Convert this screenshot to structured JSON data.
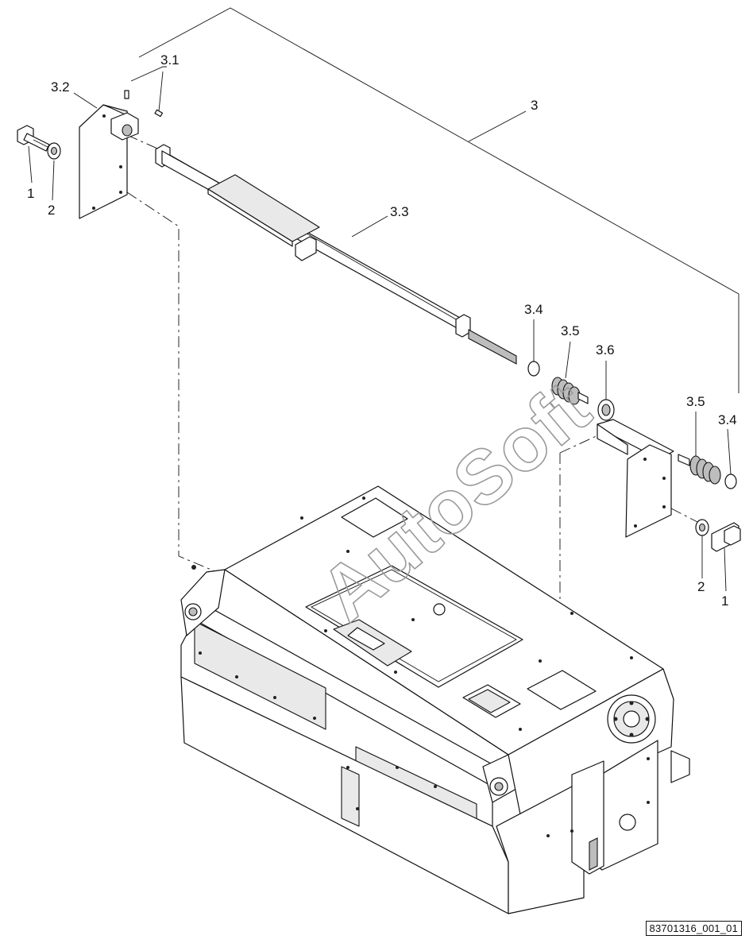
{
  "callouts": {
    "c1_left": "1",
    "c2_left": "2",
    "c3_2": "3.2",
    "c3_1": "3.1",
    "c3": "3",
    "c3_3": "3.3",
    "c3_4_a": "3.4",
    "c3_5_a": "3.5",
    "c3_6": "3.6",
    "c3_5_b": "3.5",
    "c3_4_b": "3.4",
    "c2_right": "2",
    "c1_right": "1"
  },
  "watermark": "AutoSoft",
  "reference": "83701316_001_01"
}
